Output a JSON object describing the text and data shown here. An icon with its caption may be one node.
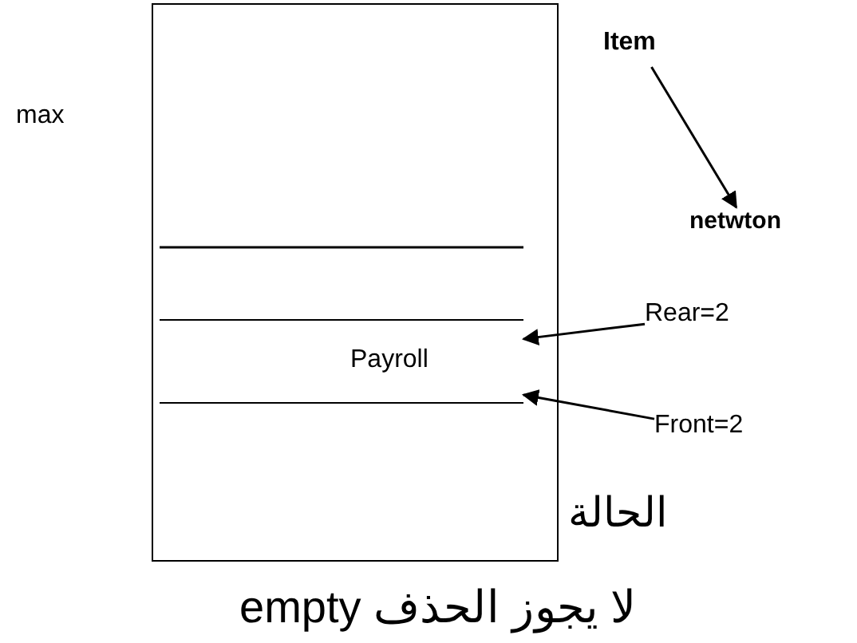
{
  "diagram": {
    "nodes": [
      {
        "text": [],
        "shape": "box"
      },
      {
        "text": [
          "Payroll"
        ],
        "in": 0
      },
      {
        "text": [
          "Item"
        ]
      },
      {
        "text": [
          "netwton"
        ]
      },
      {
        "text": [
          "Rear=2"
        ]
      },
      {
        "text": [
          "Front=2"
        ]
      }
    ],
    "edges": [
      {
        "from": 2,
        "to": 3,
        "arrow": "to"
      },
      {
        "from": 4,
        "to": 1,
        "arrow": "to"
      },
      {
        "from": 5,
        "to": 1,
        "arrow": "to"
      }
    ],
    "labels": [
      "max",
      "الحالة",
      "empty لا يجوز الحذف"
    ]
  }
}
